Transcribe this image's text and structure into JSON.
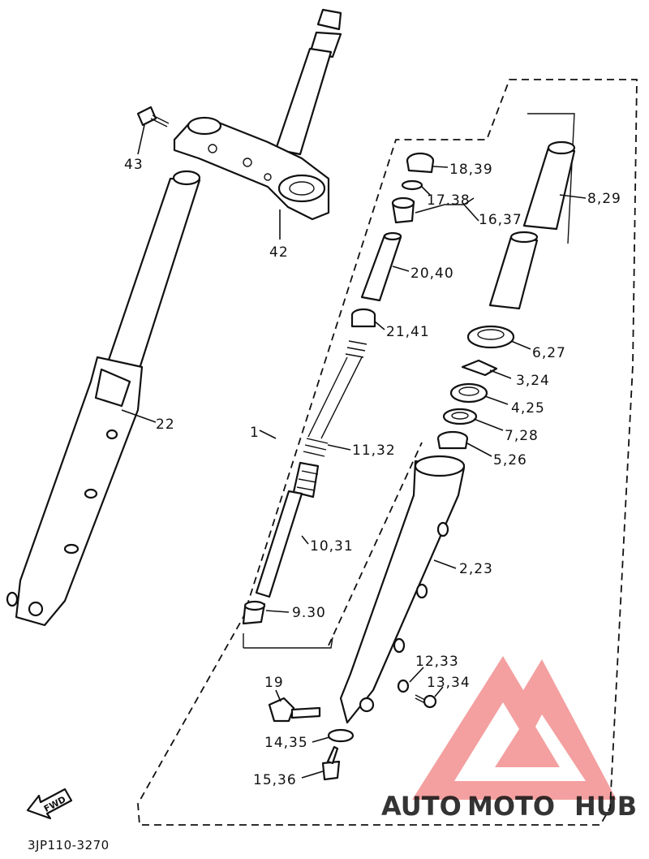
{
  "labels": {
    "l43": "43",
    "l42": "42",
    "l22": "22",
    "l18_39": "18,39",
    "l17_38": "17.38",
    "l16_37": "16,37",
    "l8_29": "8,29",
    "l20_40": "20,40",
    "l21_41": "21,41",
    "l6_27": "6,27",
    "l3_24": "3,24",
    "l4_25": "4,25",
    "l7_28": "7,28",
    "l5_26": "5,26",
    "l1": "1",
    "l11_32": "11,32",
    "l10_31": "10,31",
    "l2_23": "2,23",
    "l9_30": "9.30",
    "l12_33": "12,33",
    "l13_34": "13,34",
    "l19": "19",
    "l14_35": "14,35",
    "l15_36": "15,36"
  },
  "fwd_label": "FWD",
  "diagram_code": "3JP110-3270",
  "watermark": {
    "text_auto": "AUTO",
    "text_moto": "MOTO",
    "text_hub": "HUB",
    "color_auto": "#f5c04a",
    "color_moto": "#f09090",
    "color_hub": "#b0b0b0",
    "logo_color": "#f08080"
  }
}
